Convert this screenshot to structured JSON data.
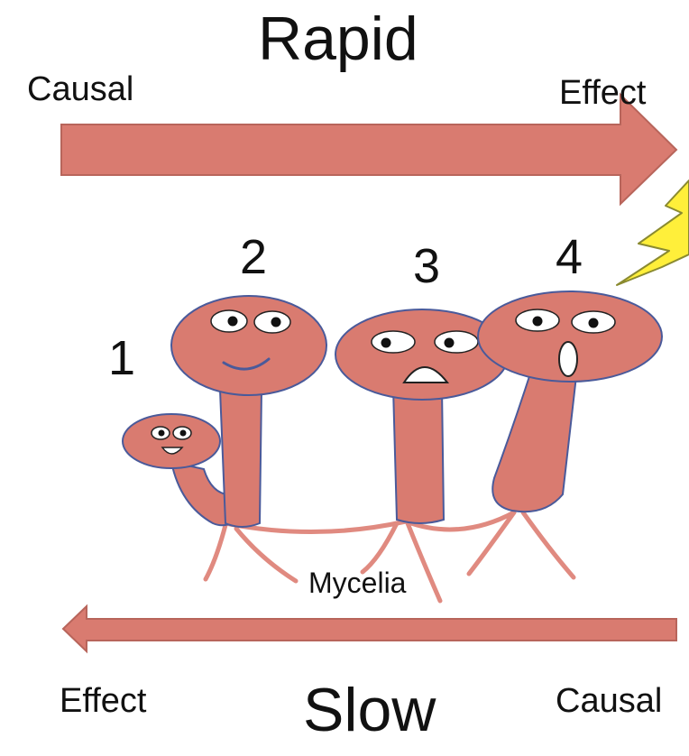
{
  "diagram": {
    "top_title": "Rapid",
    "bottom_title": "Slow",
    "top_arrow": {
      "start_label": "Causal",
      "end_label": "Effect"
    },
    "bottom_arrow": {
      "start_label": "Causal",
      "end_label": "Effect"
    },
    "mushrooms": [
      {
        "number": "1",
        "expression": "happy-open-mouth"
      },
      {
        "number": "2",
        "expression": "smile"
      },
      {
        "number": "3",
        "expression": "worried-open-mouth"
      },
      {
        "number": "4",
        "expression": "surprised"
      }
    ],
    "network_label": "Mycelia",
    "icons": [
      "lightning-bolt-icon"
    ],
    "colors": {
      "arrow_fill": "#d97b70",
      "arrow_stroke": "#b8655b",
      "mushroom_fill": "#d97b70",
      "mushroom_outline": "#4a5a9a",
      "bolt_fill": "#ffef3a",
      "bolt_stroke": "#8a8a30"
    }
  }
}
